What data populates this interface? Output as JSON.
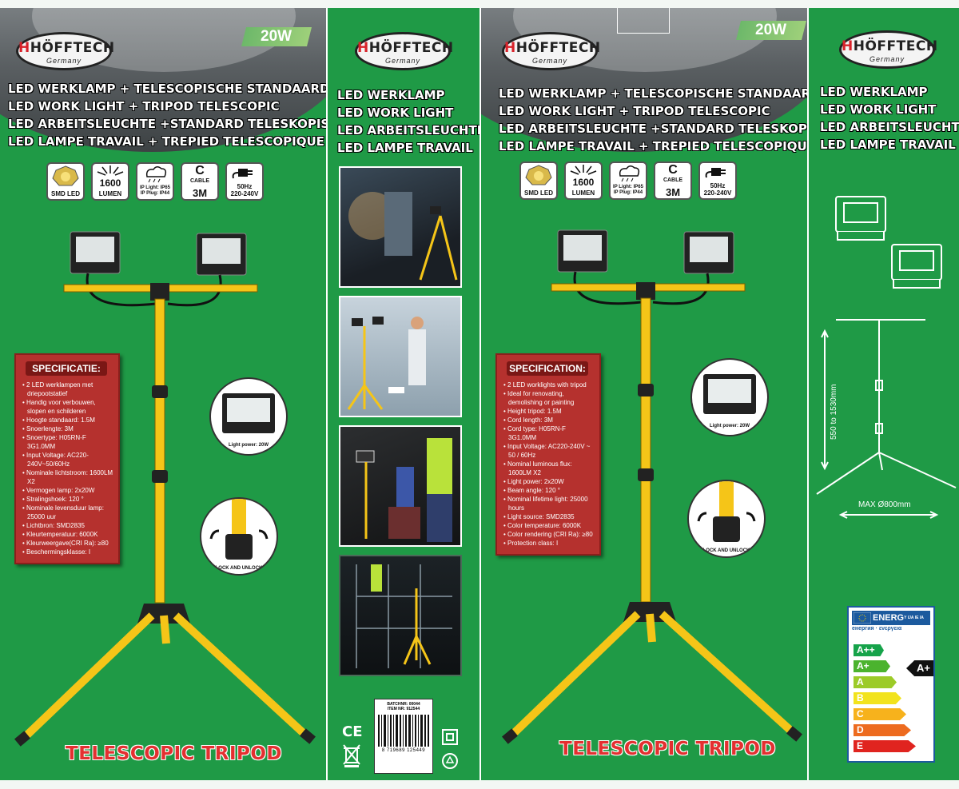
{
  "brand": {
    "name": "HÖFFTECH",
    "country": "Germany",
    "accent_color": "#d8222a"
  },
  "colors": {
    "background_green": "#1f9a46",
    "spec_red": "#b5312e",
    "tripod_yellow": "#f5c518",
    "energy_blue": "#1c5a9e"
  },
  "panel1": {
    "wattage": "20W",
    "titles": [
      "LED WERKLAMP + TELESCOPISCHE STANDAARD",
      "LED WORK LIGHT + TRIPOD TELESCOPIC",
      "LED ARBEITSLEUCHTE +STANDARD TELESKOPISCH",
      "LED LAMPE TRAVAIL + TREPIED TELESCOPIQUE"
    ],
    "spec_heading": "SPECIFICATIE:",
    "spec_items": [
      "2 LED werklampen met driepootstatief",
      "Handig voor verbouwen, slopen en schilderen",
      "Hoogte standaard: 1.5M",
      "Snoerlengte: 3M",
      "Snoertype: H05RN-F 3G1.0MM",
      "Input Voltage: AC220-240V~50/60Hz",
      "Nominale lichtstroom: 1600LM X2",
      "Vermogen lamp: 2x20W",
      "Stralingshoek: 120 °",
      "Nominale levensduur lamp: 25000 uur",
      "Lichtbron: SMD2835",
      "Kleurtemperatuur: 6000K",
      "Kleurweergave(CRI Ra): ≥80",
      "Beschermingsklasse: I"
    ],
    "light_power_caption": "Light power: 20W",
    "lock_caption": "LOCK AND UNLOCK",
    "bottom_title": "TELESCOPIC TRIPOD"
  },
  "panel2": {
    "titles": [
      "LED WERKLAMP",
      "LED WORK LIGHT",
      "LED ARBEITSLEUCHTE",
      "LED LAMPE TRAVAIL"
    ],
    "photos": [
      "photo-welding-worker",
      "photo-wall-painter",
      "photo-construction-workers",
      "photo-scaffolding-site"
    ],
    "batch_label": "BATCHNR: 00044",
    "item_label": "ITEM NR: 912544",
    "ean": "8 719689 125449",
    "ce_mark": "CE"
  },
  "panel3": {
    "wattage": "20W",
    "titles": [
      "LED WERKLAMP + TELESCOPISCHE STANDAARD",
      "LED WORK LIGHT + TRIPOD TELESCOPIC",
      "LED ARBEITSLEUCHTE +STANDARD TELESKOPISCH",
      "LED LAMPE TRAVAIL + TREPIED TELESCOPIQUE"
    ],
    "spec_heading": "SPECIFICATION:",
    "spec_items": [
      "2 LED worklights with tripod",
      "Ideal for renovating, demolishing or painting",
      "Height tripod: 1.5M",
      "Cord length: 3M",
      "Cord type: H05RN-F 3G1.0MM",
      "Input Voltage: AC220-240V ~ 50 / 60Hz",
      "Nominal luminous flux: 1600LM X2",
      "Light power: 2x20W",
      "Beam angle: 120 °",
      "Nominal lifetime light: 25000 hours",
      "Light source: SMD2835",
      "Color temperature: 6000K",
      "Color rendering (CRI Ra): ≥80",
      "Protection class: I"
    ],
    "light_power_caption": "Light power: 20W",
    "lock_caption": "LOCK AND UNLOCK",
    "bottom_title": "TELESCOPIC TRIPOD"
  },
  "panel4": {
    "titles": [
      "LED WERKLAMP",
      "LED WORK LIGHT",
      "LED ARBEITSLEUCHTE",
      "LED LAMPE TRAVAIL"
    ],
    "height_label": "550 to 1530mm",
    "diameter_label": "MAX  Ø800mm",
    "energy_header": "ENERG",
    "energy_header_suffix": "Y IJA IE IA",
    "energy_sub": "енергия · ενεργεια",
    "energy_classes": [
      {
        "label": "A++",
        "color": "#16a34a"
      },
      {
        "label": "A+",
        "color": "#4bb32e"
      },
      {
        "label": "A",
        "color": "#9ccb28"
      },
      {
        "label": "B",
        "color": "#f2e31d"
      },
      {
        "label": "C",
        "color": "#f7b21c"
      },
      {
        "label": "D",
        "color": "#ed6b1f"
      },
      {
        "label": "E",
        "color": "#e0241f"
      }
    ],
    "energy_rating": "A+"
  },
  "icons": [
    {
      "name": "smd-led-icon",
      "label": "SMD LED"
    },
    {
      "name": "lumen-icon",
      "value": "1600",
      "label": "LUMEN"
    },
    {
      "name": "ip-rating-icon",
      "line1": "IP Light: IP65",
      "line2": "IP Plug: IP44"
    },
    {
      "name": "cable-icon",
      "symbol": "C",
      "line1": "CABLE",
      "line2": "3M"
    },
    {
      "name": "plug-icon",
      "line1": "50Hz",
      "line2": "220-240V"
    }
  ]
}
